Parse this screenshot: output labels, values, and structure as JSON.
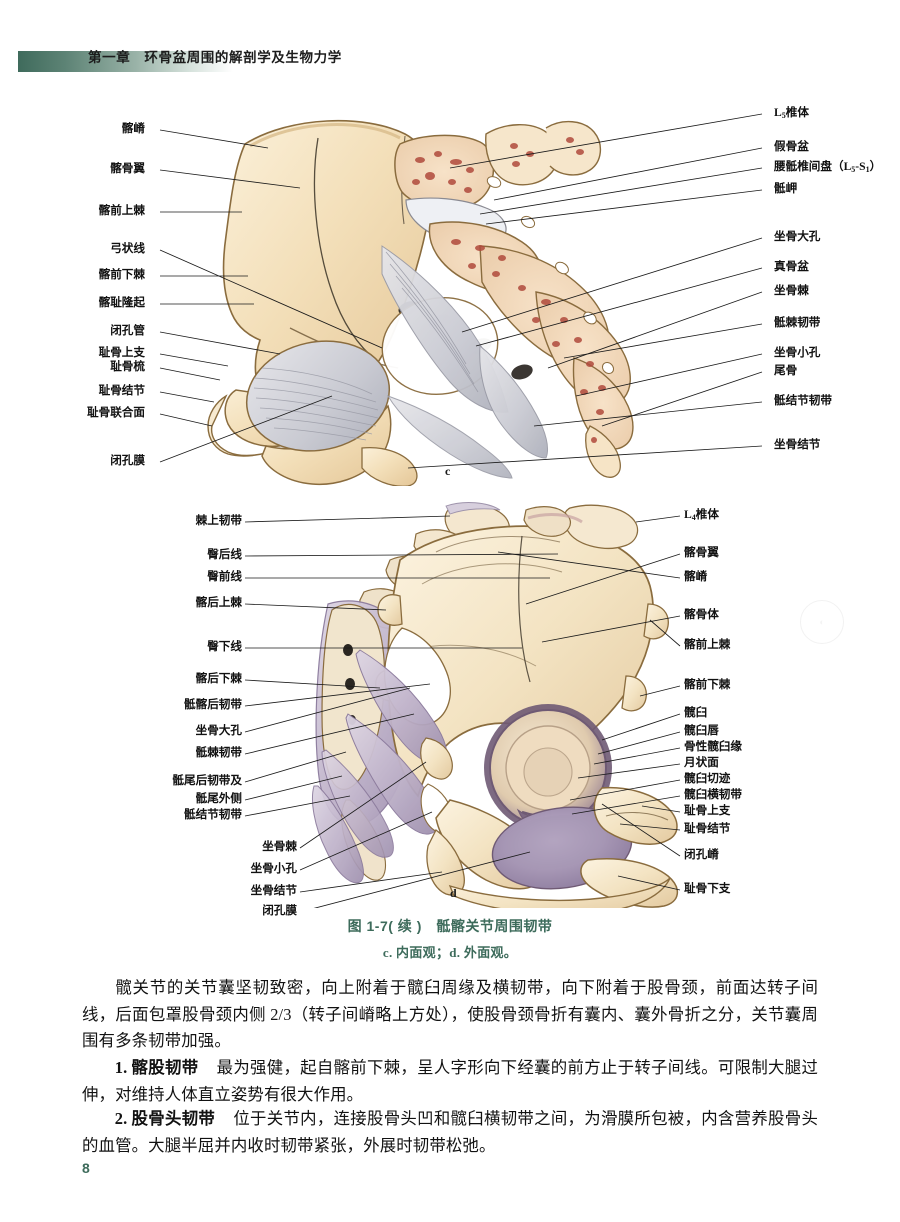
{
  "header": {
    "chapter_title": "第一章　环骨盆周围的解剖学及生物力学"
  },
  "figure_c": {
    "letter": "c",
    "labels_left": [
      "髂嵴",
      "髂骨翼",
      "髂前上棘",
      "弓状线",
      "髂前下棘",
      "髂耻隆起",
      "闭孔管",
      "耻骨上支",
      "耻骨梳",
      "耻骨结节",
      "耻骨联合面",
      "闭孔膜"
    ],
    "labels_right": [
      "L5椎体",
      "假骨盆",
      "腰骶椎间盘（L5-S1）",
      "骶岬",
      "坐骨大孔",
      "真骨盆",
      "坐骨棘",
      "骶棘韧带",
      "坐骨小孔",
      "尾骨",
      "骶结节韧带",
      "坐骨结节"
    ]
  },
  "figure_d": {
    "letter": "d",
    "labels_left": [
      "棘上韧带",
      "臀后线",
      "臀前线",
      "髂后上棘",
      "臀下线",
      "髂后下棘",
      "骶髂后韧带",
      "坐骨大孔",
      "骶棘韧带",
      "骶尾后韧带及",
      "骶尾外侧",
      "骶结节韧带",
      "坐骨棘",
      "坐骨小孔",
      "坐骨结节",
      "闭孔膜"
    ],
    "labels_right": [
      "L4椎体",
      "髂骨翼",
      "髂嵴",
      "髂骨体",
      "髂前上棘",
      "髂前下棘",
      "髋臼",
      "髋臼唇",
      "骨性髋臼缘",
      "月状面",
      "髋臼切迹",
      "髋臼横韧带",
      "耻骨上支",
      "耻骨结节",
      "闭孔嵴",
      "耻骨下支"
    ]
  },
  "caption": {
    "line1": "图 1-7( 续 )　骶髂关节周围韧带",
    "line2": "c. 内面观；d. 外面观。",
    "color": "#3d6b5b"
  },
  "body": {
    "paragraph_1": "髋关节的关节囊坚韧致密，向上附着于髋臼周缘及横韧带，向下附着于股骨颈，前面达转子间线，后面包罩股骨颈内侧 2/3（转子间嵴略上方处），使股骨颈骨折有囊内、囊外骨折之分，关节囊周围有多条韧带加强。",
    "item_2_number": "1.",
    "item_2_term": "髂股韧带",
    "item_2_text": "最为强健，起自髂前下棘，呈人字形向下经囊的前方止于转子间线。可限制大腿过伸，对维持人体直立姿势有很大作用。",
    "item_3_number": "2.",
    "item_3_term": "股骨头韧带",
    "item_3_text": "位于关节内，连接股骨头凹和髋臼横韧带之间，为滑膜所包被，内含营养股骨头的血管。大腿半屈并内收时韧带紧张，外展时韧带松弛。"
  },
  "page_number": "8",
  "colors": {
    "accent_green": "#3d6b5b",
    "bone_fill": "#f4e0bd",
    "bone_shade": "#e2c79a",
    "bone_light": "#faf0da",
    "marrow_red": "#b04a3c",
    "ligament_gray": "#cfd0d6",
    "ligament_purple": "#b9abc4",
    "outline": "#6b5330"
  }
}
